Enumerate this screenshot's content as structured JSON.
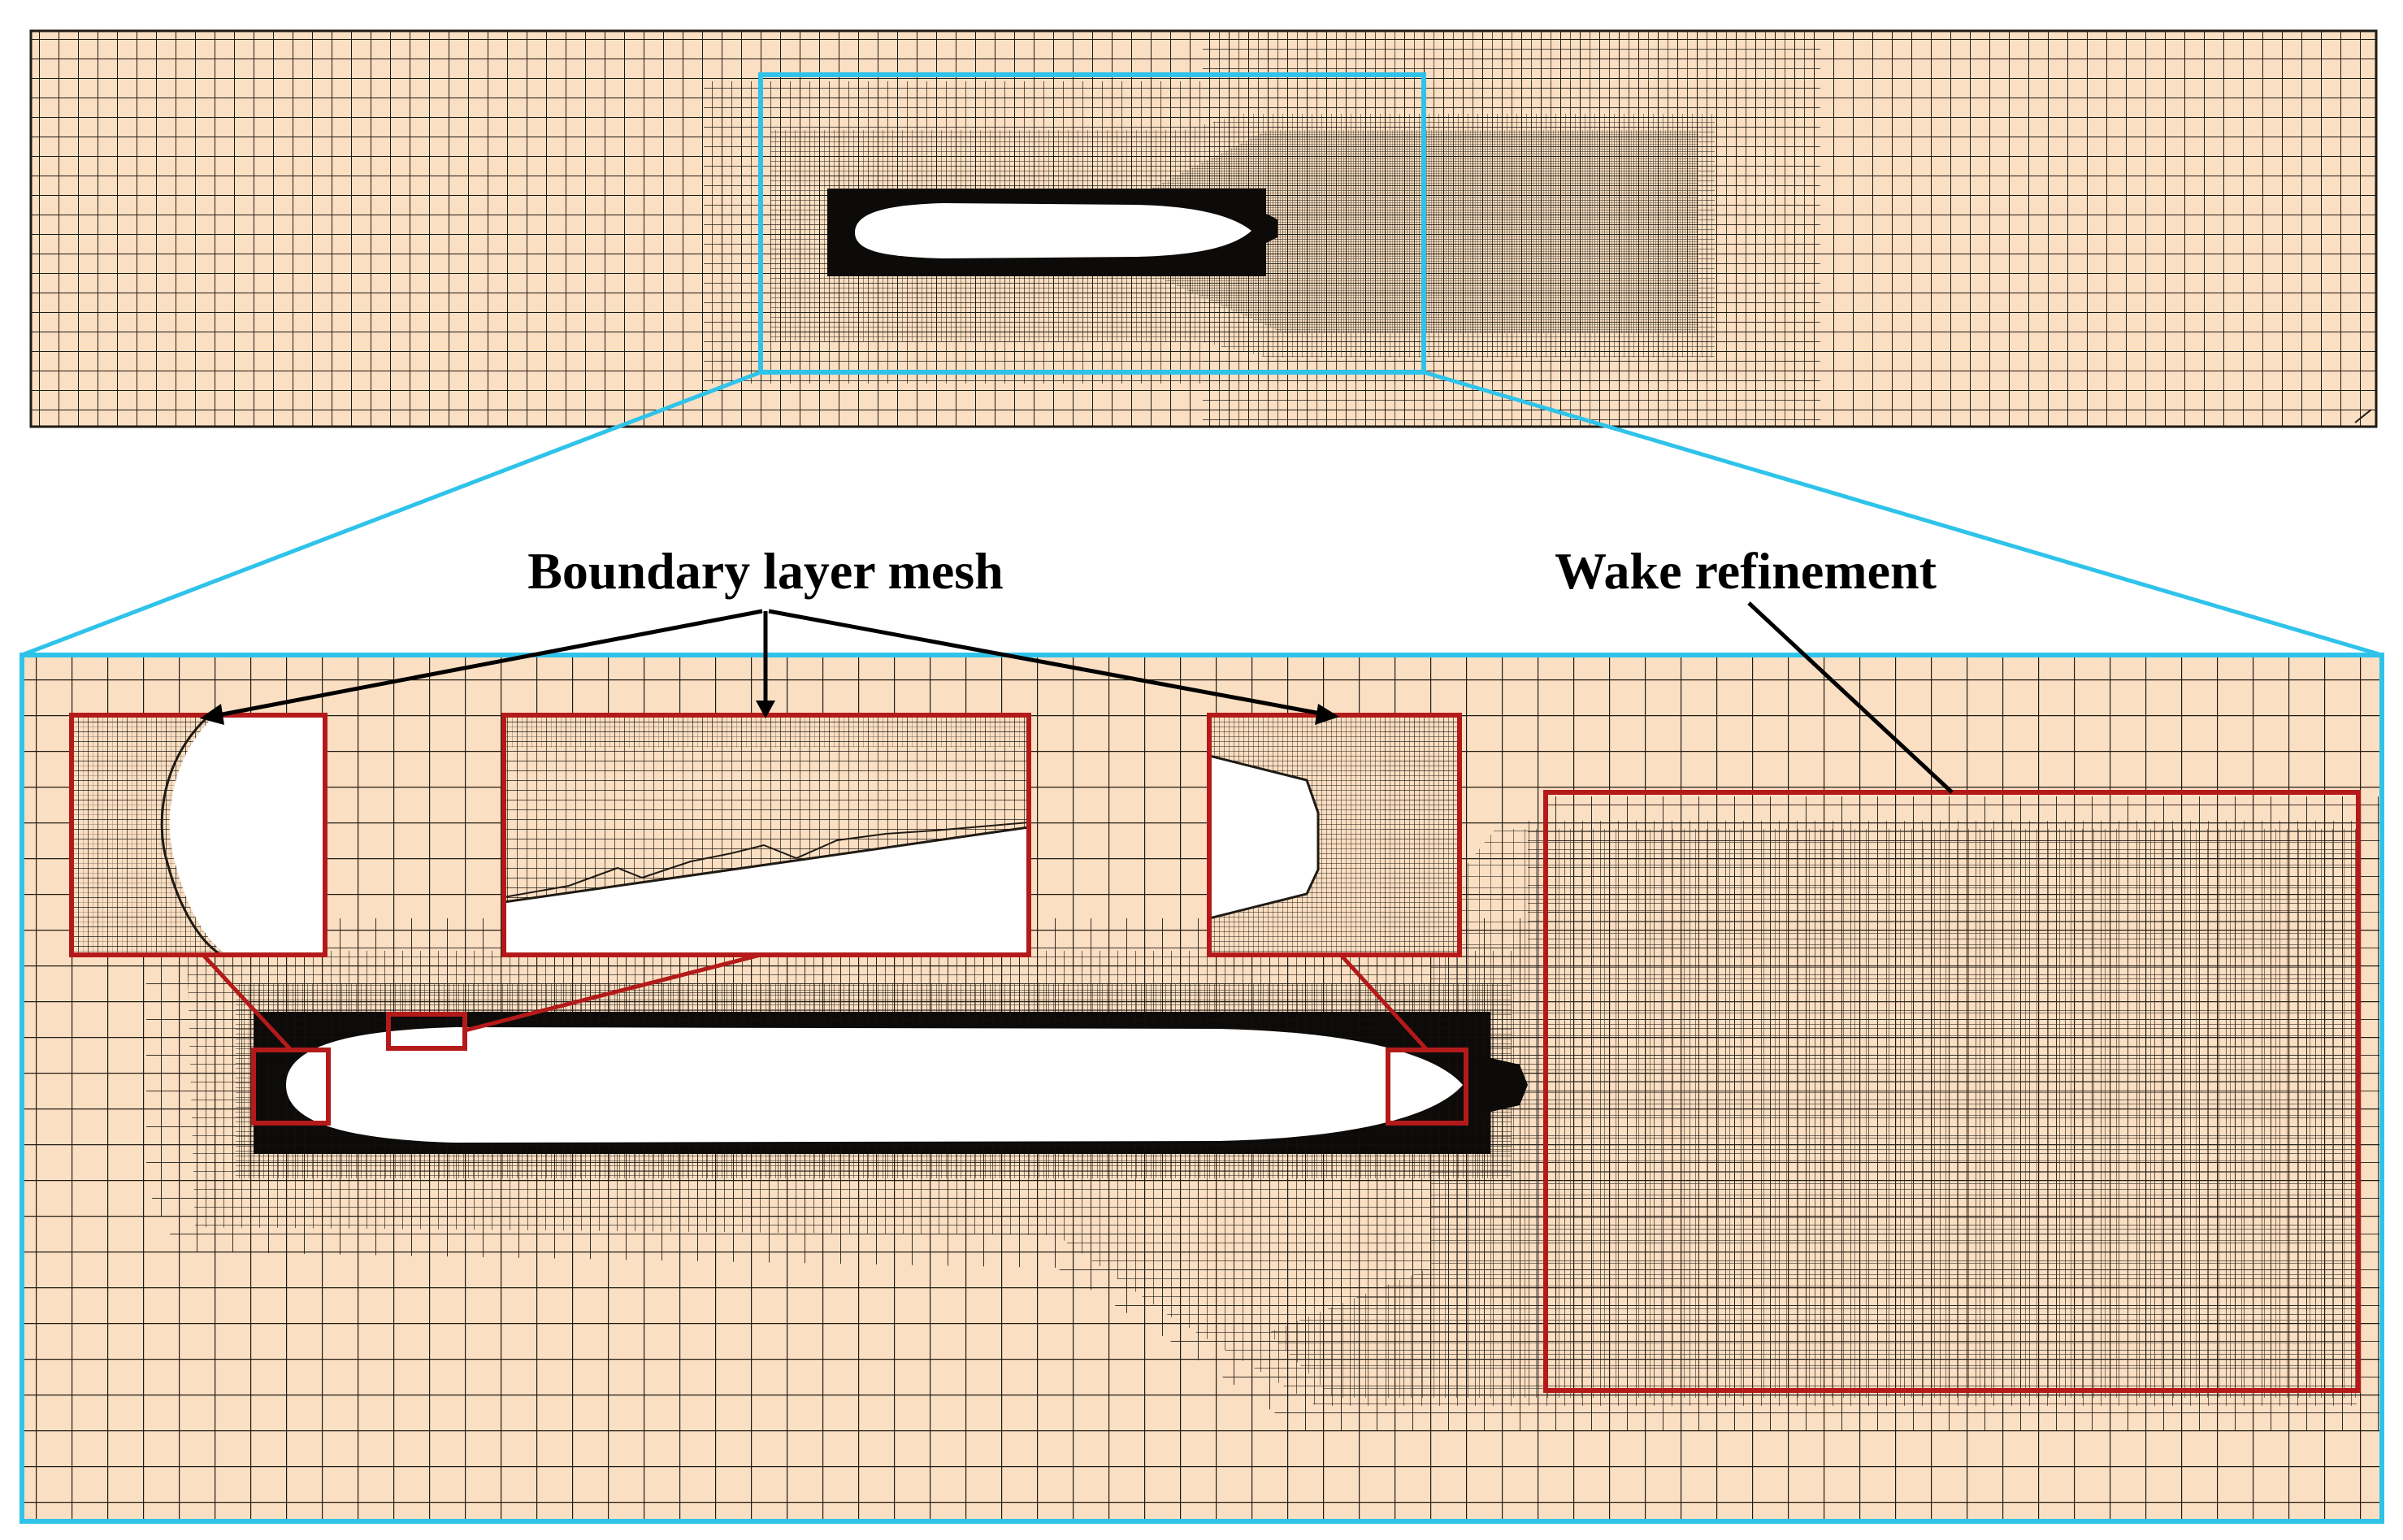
{
  "figure": {
    "callouts": {
      "boundary_layer": "Boundary layer mesh",
      "wake": "Wake refinement"
    },
    "colors": {
      "mesh_fill": "#fbdfc2",
      "grid_line": "#1f1a14",
      "body": "#ffffff",
      "highlight_frame": "#2fc3ea",
      "detail_frame": "#b41a1a",
      "arrow": "#000000"
    },
    "panels": [
      "overview-domain-mesh",
      "zoomed-near-body-mesh"
    ],
    "insets": [
      "nose-boundary-layer-detail",
      "mid-body-boundary-layer-detail",
      "tail-boundary-layer-detail"
    ]
  }
}
